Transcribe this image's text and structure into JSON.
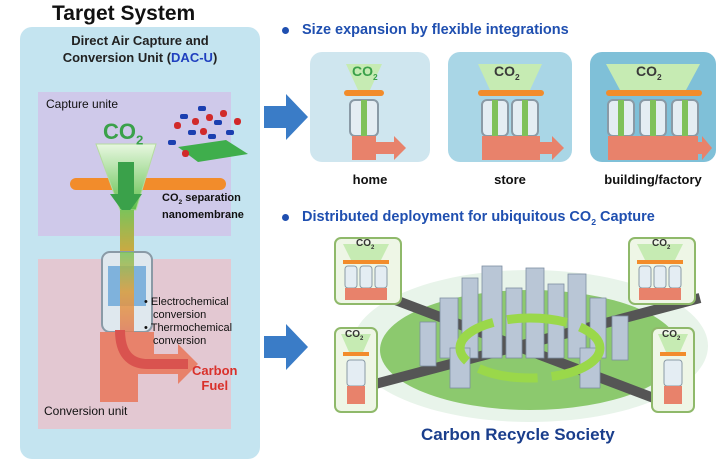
{
  "title": "Target System",
  "left_panel": {
    "subtitle_line1": "Direct Air Capture and",
    "subtitle_line2": "Conversion Unit (",
    "subtitle_acronym": "DAC-U",
    "subtitle_close": ")",
    "capture_label": "Capture unite",
    "co2_main": "CO",
    "co2_sub": "2",
    "membrane_label_co": "CO",
    "membrane_label_sub": "2",
    "membrane_label_rest": " separation",
    "membrane_label_line2": "nanomembrane",
    "bullets": [
      "Electrochemical",
      "conversion",
      "Thermochemical",
      "conversion"
    ],
    "fuel_line1": "Carbon",
    "fuel_line2": "Fuel",
    "conversion_label": "Conversion unit"
  },
  "section1": {
    "heading": "Size expansion by flexible integrations",
    "cards": [
      {
        "caption": "home",
        "co2": "CO",
        "sub": "2"
      },
      {
        "caption": "store",
        "co2": "CO",
        "sub": "2"
      },
      {
        "caption": "building/factory",
        "co2": "CO",
        "sub": "2"
      }
    ]
  },
  "section2": {
    "heading_main": "Distributed deployment for ubiquitous CO",
    "heading_sub": "2",
    "heading_end": " Capture",
    "mini_co2": "CO",
    "mini_sub": "2",
    "society_label": "Carbon Recycle Society"
  },
  "colors": {
    "panel_bg": "#c4e4f0",
    "capture_bg": "#cfc9ea",
    "conversion_bg": "#e3c8d2",
    "accent_blue": "#1f4fb0",
    "arrow_blue": "#3a7cc7",
    "fuel_red": "#d9302a",
    "co2_green": "#3aa14a"
  }
}
